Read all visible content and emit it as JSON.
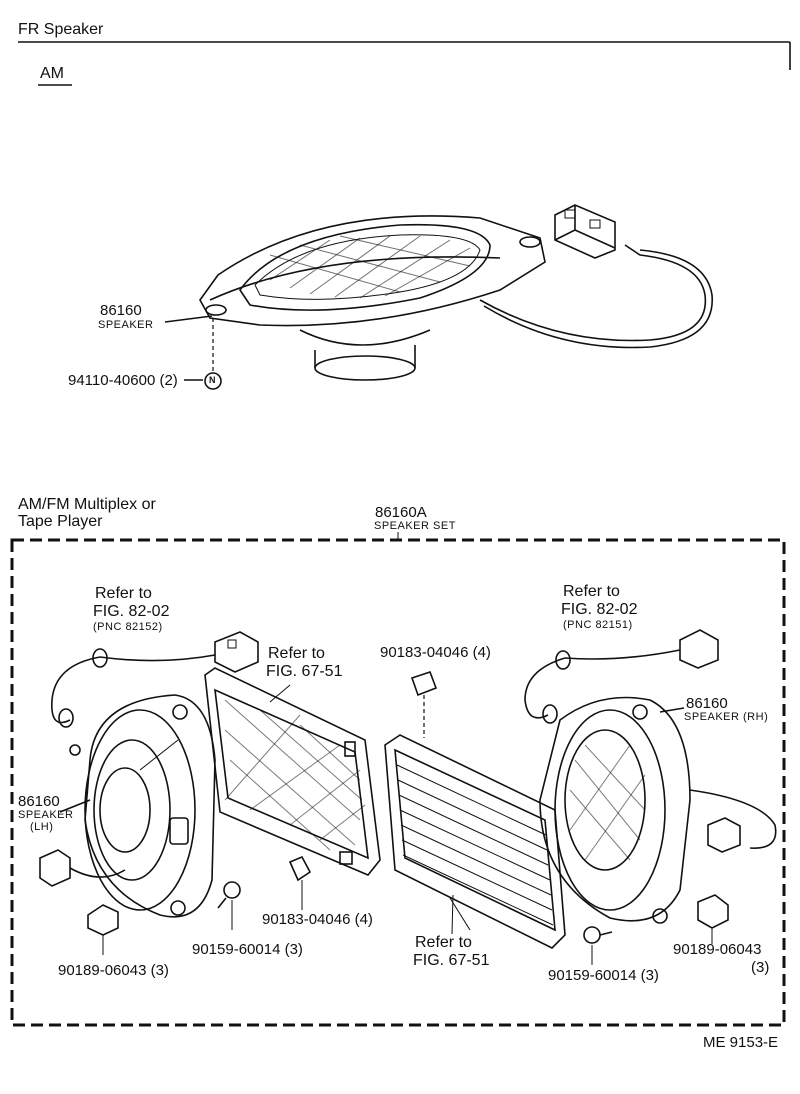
{
  "top_section": {
    "title": "FR Speaker",
    "variant": "AM",
    "speaker_pn": "86160",
    "speaker_name": "SPEAKER",
    "nut_part": "94110-40600 (2)",
    "nut_symbol": "N"
  },
  "bottom_section": {
    "variant_line1": "AM/FM Multiplex or",
    "variant_line2": "Tape Player",
    "set_pn": "86160A",
    "set_name": "SPEAKER SET",
    "left": {
      "refer_line1": "Refer to",
      "refer_line2": "FIG. 82-02",
      "refer_pnc": "(PNC 82152)",
      "speaker_pn": "86160",
      "speaker_name": "SPEAKER",
      "speaker_side": "(LH)",
      "connector_part": "90189-06043 (3)",
      "screw_part": "90159-60014 (3)"
    },
    "middle": {
      "refer_top_line1": "Refer to",
      "refer_top_line2": "FIG. 67-51",
      "clip_part_top": "90183-04046 (4)",
      "clip_part_bottom": "90183-04046 (4)",
      "refer_bottom_line1": "Refer to",
      "refer_bottom_line2": "FIG. 67-51"
    },
    "right": {
      "refer_line1": "Refer to",
      "refer_line2": "FIG. 82-02",
      "refer_pnc": "(PNC 82151)",
      "speaker_pn": "86160",
      "speaker_name": "SPEAKER (RH)",
      "screw_part": "90159-60014 (3)",
      "connector_part_line1": "90189-06043",
      "connector_part_line2": "(3)"
    }
  },
  "footer": {
    "code": "ME  9153-E"
  }
}
